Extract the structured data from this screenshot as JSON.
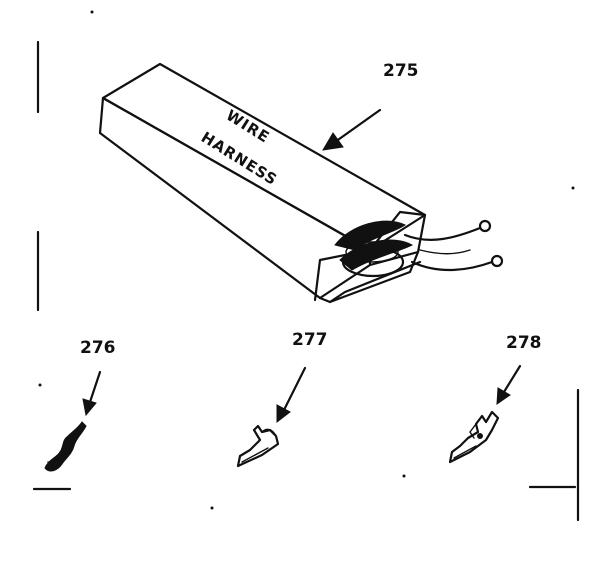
{
  "diagram": {
    "callouts": [
      {
        "id": "275",
        "label": "275"
      },
      {
        "id": "276",
        "label": "276"
      },
      {
        "id": "277",
        "label": "277"
      },
      {
        "id": "278",
        "label": "278"
      }
    ],
    "box_text": {
      "line1": "WIRE",
      "line2": "HARNESS"
    }
  }
}
